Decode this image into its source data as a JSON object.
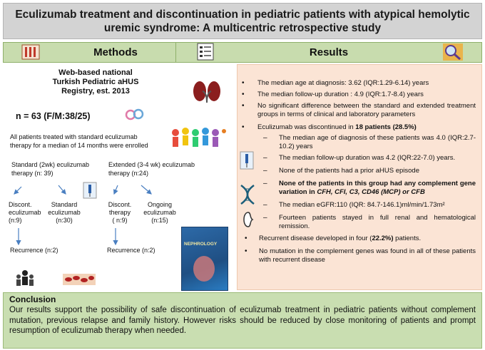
{
  "title": {
    "line1": "Eculizumab treatment and discontinuation in pediatric patients with atypical hemolytic",
    "line2": "uremic syndrome: A multicentric retrospective study"
  },
  "methods": {
    "heading": "Methods",
    "registry_line1": "Web-based national",
    "registry_line2": "Turkish Pediatric aHUS",
    "registry_line3": "Registry, est. 2013",
    "n_label": "n = 63 (F/M:38/25)",
    "all_patients_line1": "All patients treated with standard eculizumab",
    "all_patients_line2": "therapy for a median of 14 months were enrolled",
    "standard_line1": "Standard (2wk) eculizumab",
    "standard_line2": "therapy (n: 39)",
    "extended_line1": "Extended (3-4 wk) eculizumab",
    "extended_line2": "therapy (n:24)",
    "disc1_line1": "Discont.",
    "disc1_line2": "eculizumab",
    "disc1_line3": "(n:9)",
    "std_ecu_line1": "Standard",
    "std_ecu_line2": "eculizumab",
    "std_ecu_line3": "(n:30)",
    "disc2_line1": "Discont.",
    "disc2_line2": "therapy",
    "disc2_line3": "( n:9)",
    "ongoing_line1": "Ongoing",
    "ongoing_line2": "eculizumab",
    "ongoing_line3": "(n:15)",
    "recurrence1": "Recurrence (n:2)",
    "recurrence2": "Recurrence (n:2)",
    "journal_text": "NEPHROLOGY"
  },
  "results": {
    "heading": "Results",
    "b1": "The median age at diagnosis: 3.62 (IQR:1.29-6.14) years",
    "b2": "The median follow-up duration : 4.9 (IQR:1.7-8.4) years",
    "b3": "No significant difference between the standard and extended treatment groups in terms of clinical and laboratory parameters",
    "b4_pre": "Eculizumab was discontinued in ",
    "b4_bold": "18 patients (28.5%)",
    "s1": "The median age of diagnosis of these patients was 4.0 (IQR:2.7-10.2) years",
    "s2": "The median follow-up duration was 4.2 (IQR:22-7.0) years.",
    "s3": "None of the patients had a prior aHUS episode",
    "s4_pre": "None of the patients in this group had any complement gene variation in ",
    "s4_genes": "CFH, CFI, C3, CD46 (MCP) or CFB",
    "s5": "The median eGFR:110 (IQR: 84.7-146.1)ml/min/1.73m²",
    "s6": "Fourteen patients stayed in full renal and hematological remission.",
    "b5_pre": "Recurrent disease developed in four (",
    "b5_bold": "22.2%)",
    "b5_post": " patients.",
    "b6": "No mutation in the complement genes was found in all of these patients with recurrent disease"
  },
  "conclusion": {
    "title": "Conclusion",
    "text": "Our results support the possibility of safe discontinuation of eculizumab treatment in pediatric patients without complement mutation, previous relapse and family history. However risks should be reduced by close monitoring of patients and prompt resumption of eculizumab therapy when needed."
  },
  "colors": {
    "header_green": "#c8dcae",
    "results_bg": "#fbe4d5",
    "title_grey": "#d3d3d3",
    "arrow_blue": "#4a7fc1"
  },
  "icons": [
    "test-tubes-icon",
    "checklist-icon",
    "magnifier-icon",
    "kidney-icon",
    "gender-icon",
    "children-icon",
    "syringe-icon",
    "dna-icon",
    "journal-cover-icon",
    "people-group-icon",
    "blood-cells-icon"
  ]
}
